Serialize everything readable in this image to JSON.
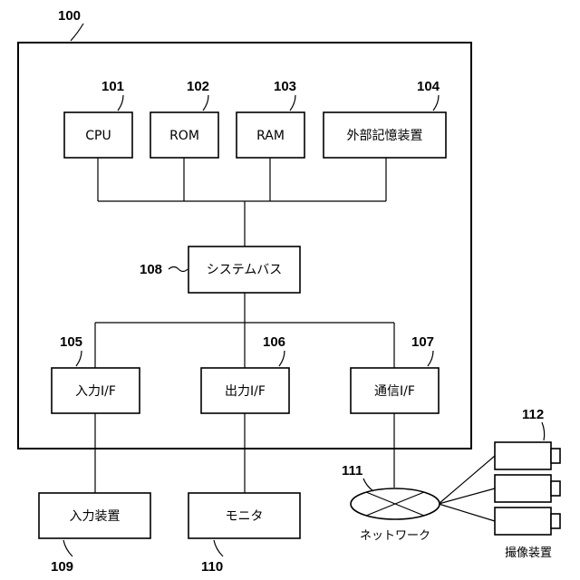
{
  "system": {
    "ref": "100"
  },
  "cpu": {
    "ref": "101",
    "label": "CPU"
  },
  "rom": {
    "ref": "102",
    "label": "ROM"
  },
  "ram": {
    "ref": "103",
    "label": "RAM"
  },
  "storage": {
    "ref": "104",
    "label": "外部記憶装置"
  },
  "bus": {
    "ref": "108",
    "label": "システムバス"
  },
  "input_if": {
    "ref": "105",
    "label": "入力I/F"
  },
  "output_if": {
    "ref": "106",
    "label": "出力I/F"
  },
  "comm_if": {
    "ref": "107",
    "label": "通信I/F"
  },
  "input_device": {
    "ref": "109",
    "label": "入力装置"
  },
  "monitor": {
    "ref": "110",
    "label": "モニタ"
  },
  "network": {
    "ref": "111",
    "label": "ネットワーク"
  },
  "cameras": {
    "ref": "112",
    "label": "撮像装置"
  }
}
